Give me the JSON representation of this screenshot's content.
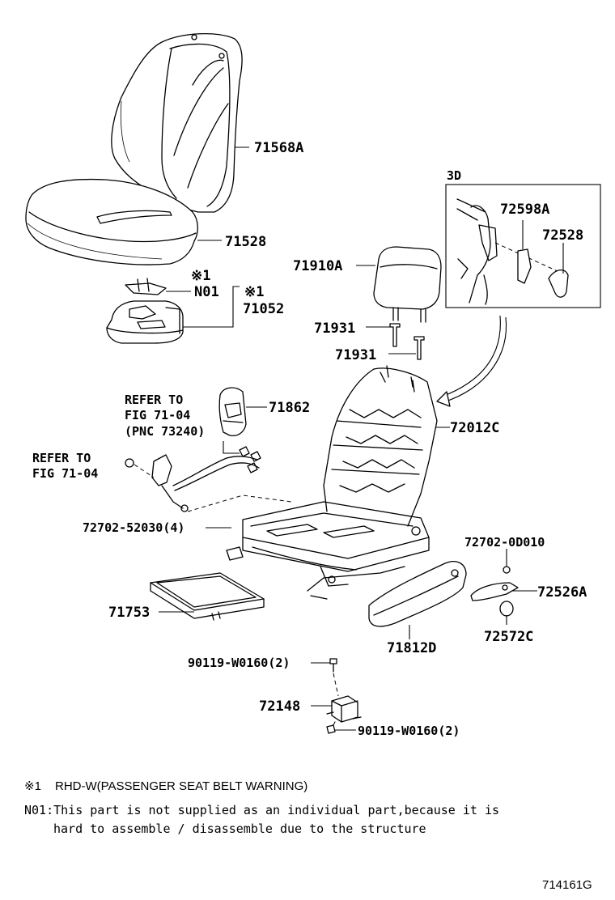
{
  "parts": {
    "seatback_cover": "71568A",
    "cushion_cover": "71528",
    "note_mark_1": "※1",
    "n01": "N01",
    "note_mark_2": "※1",
    "sensor": "71052",
    "headrest": "71910A",
    "guide_1": "71931",
    "guide_2": "71931",
    "detail_3d": "3D",
    "clip_a": "72598A",
    "clip_b": "72528",
    "refer_1_line1": "REFER TO",
    "refer_1_line2": "FIG 71-04",
    "refer_1_line3": "(PNC 73240)",
    "refer_2_line1": "REFER TO",
    "refer_2_line2": "FIG 71-04",
    "cover_71862": "71862",
    "frame": "72012C",
    "bolt_front": "72702-52030(4)",
    "bolt_side": "72702-0D010",
    "knob": "72526A",
    "cap": "72572C",
    "tray": "71753",
    "shield": "71812D",
    "screw_upper": "90119-W0160(2)",
    "ecu": "72148",
    "screw_lower": "90119-W0160(2)"
  },
  "notes": {
    "note1_mark": "※1",
    "note1_text": "RHD-W(PASSENGER SEAT BELT WARNING)",
    "note2_line1": "N01:This part is not supplied as an individual part,because it is",
    "note2_line2": "hard to assemble / disassemble due to the structure"
  },
  "figure_id": "714161G"
}
